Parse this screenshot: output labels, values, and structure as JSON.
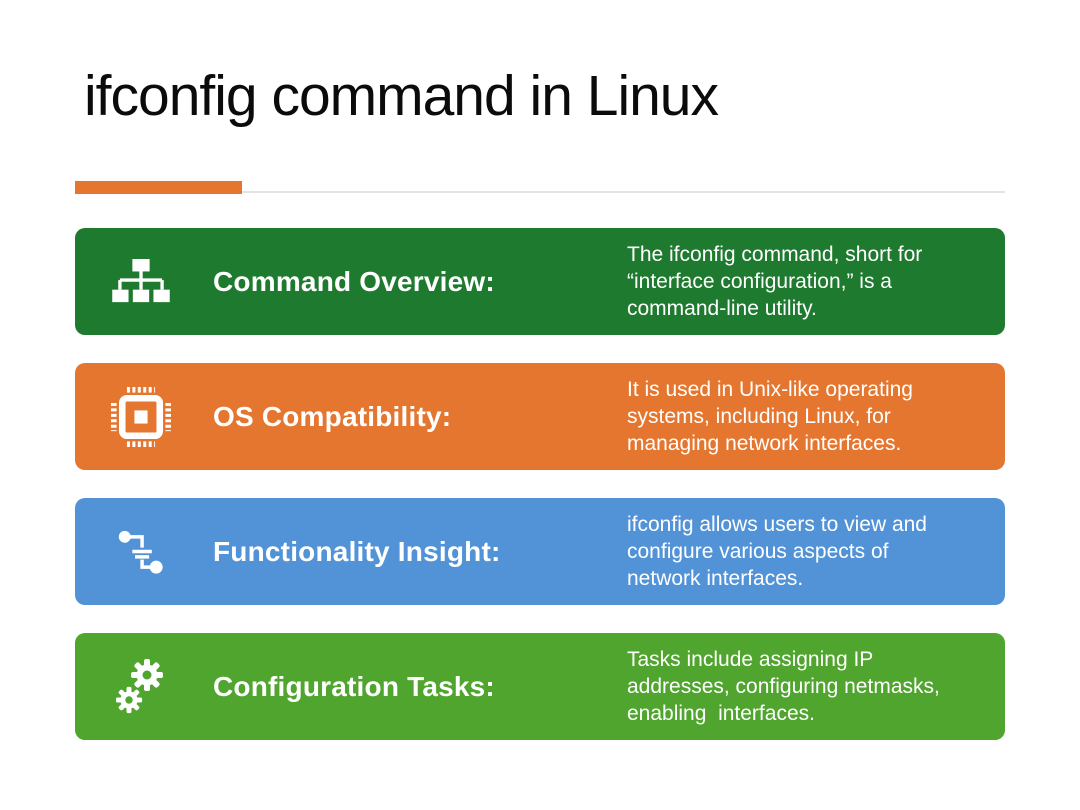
{
  "page": {
    "title": "ifconfig command in Linux",
    "accent_color": "#e5762f",
    "divider_color": "#e3e3e3",
    "background_color": "#ffffff",
    "text_color": "#ffffff"
  },
  "rows": [
    {
      "icon": "sitemap-icon",
      "title": "Command Overview:",
      "description": "The ifconfig command, short for “interface configuration,” is a command-line utility.",
      "color": "#1e7a2e"
    },
    {
      "icon": "cpu-icon",
      "title": "OS Compatibility:",
      "description": "It is used in Unix-like operating systems, including Linux, for managing network interfaces.",
      "color": "#e5762f"
    },
    {
      "icon": "circuit-icon",
      "title": "Functionality Insight:",
      "description": "ifconfig allows users to view and configure various aspects of network interfaces.",
      "color": "#5293d7"
    },
    {
      "icon": "gears-icon",
      "title": "Configuration Tasks:",
      "description": "Tasks include assigning IP addresses, configuring netmasks, enabling  interfaces.",
      "color": "#50a52e"
    }
  ]
}
